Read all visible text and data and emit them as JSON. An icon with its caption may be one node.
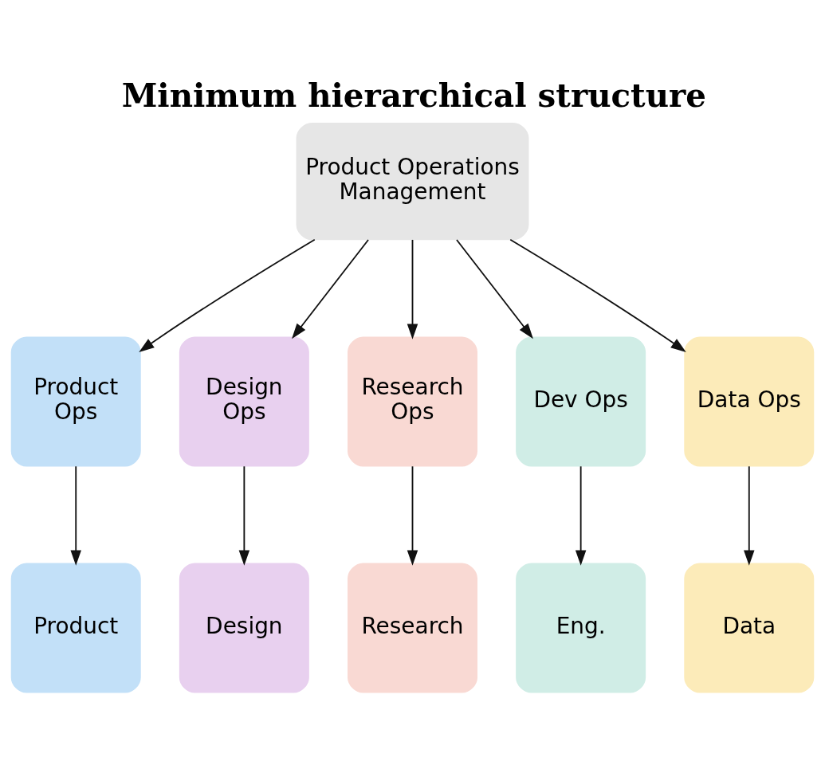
{
  "diagram": {
    "title": "Minimum hierarchical structure",
    "nodes": [
      {
        "text": [
          "Product Operations Management"
        ]
      },
      {
        "text": [
          "Product Ops"
        ]
      },
      {
        "text": [
          "Design Ops"
        ]
      },
      {
        "text": [
          "Research Ops"
        ]
      },
      {
        "text": [
          "Dev Ops"
        ]
      },
      {
        "text": [
          "Data Ops"
        ]
      },
      {
        "text": [
          "Product"
        ]
      },
      {
        "text": [
          "Design"
        ]
      },
      {
        "text": [
          "Research"
        ]
      },
      {
        "text": [
          "Eng."
        ]
      },
      {
        "text": [
          "Data"
        ]
      }
    ],
    "edges": [
      {
        "from": 0,
        "to": 1,
        "arrow": "to"
      },
      {
        "from": 0,
        "to": 2,
        "arrow": "to"
      },
      {
        "from": 0,
        "to": 3,
        "arrow": "to"
      },
      {
        "from": 0,
        "to": 4,
        "arrow": "to"
      },
      {
        "from": 0,
        "to": 5,
        "arrow": "to"
      },
      {
        "from": 1,
        "to": 6,
        "arrow": "to"
      },
      {
        "from": 2,
        "to": 7,
        "arrow": "to"
      },
      {
        "from": 3,
        "to": 8,
        "arrow": "to"
      },
      {
        "from": 4,
        "to": 9,
        "arrow": "to"
      },
      {
        "from": 5,
        "to": 10,
        "arrow": "to"
      }
    ]
  }
}
